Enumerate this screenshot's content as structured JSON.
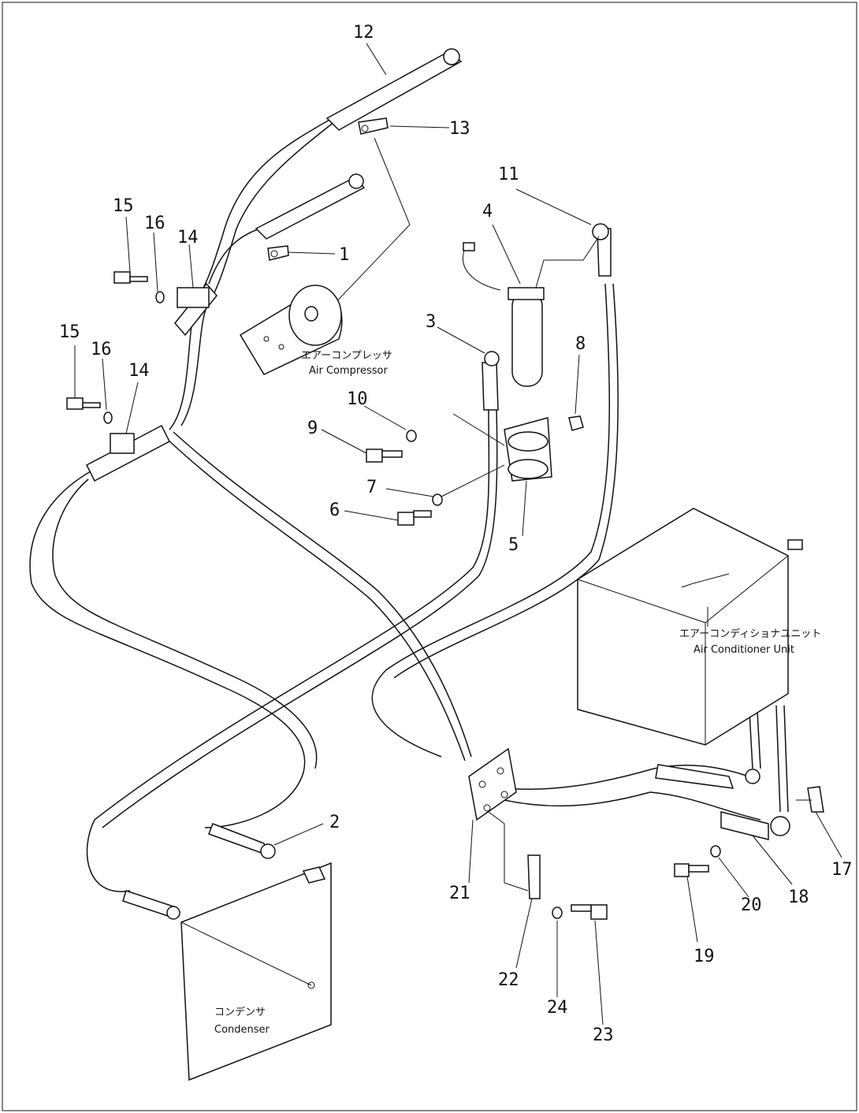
{
  "component_labels": {
    "air_compressor_jp": "エアーコンプレッサ",
    "air_compressor_en": "Air Compressor",
    "air_conditioner_unit_jp": "エアーコンディショナユニット",
    "air_conditioner_unit_en": "Air Conditioner Unit",
    "condenser_jp": "コンデンサ",
    "condenser_en": "Condenser"
  },
  "callouts": {
    "n1": "1",
    "n2": "2",
    "n3": "3",
    "n4": "4",
    "n5": "5",
    "n6": "6",
    "n7": "7",
    "n8": "8",
    "n9": "9",
    "n10": "10",
    "n11": "11",
    "n12": "12",
    "n13": "13",
    "n14a": "14",
    "n14b": "14",
    "n15a": "15",
    "n15b": "15",
    "n16a": "16",
    "n16b": "16",
    "n17": "17",
    "n18": "18",
    "n19": "19",
    "n20": "20",
    "n21": "21",
    "n22": "22",
    "n23": "23",
    "n24": "24"
  }
}
